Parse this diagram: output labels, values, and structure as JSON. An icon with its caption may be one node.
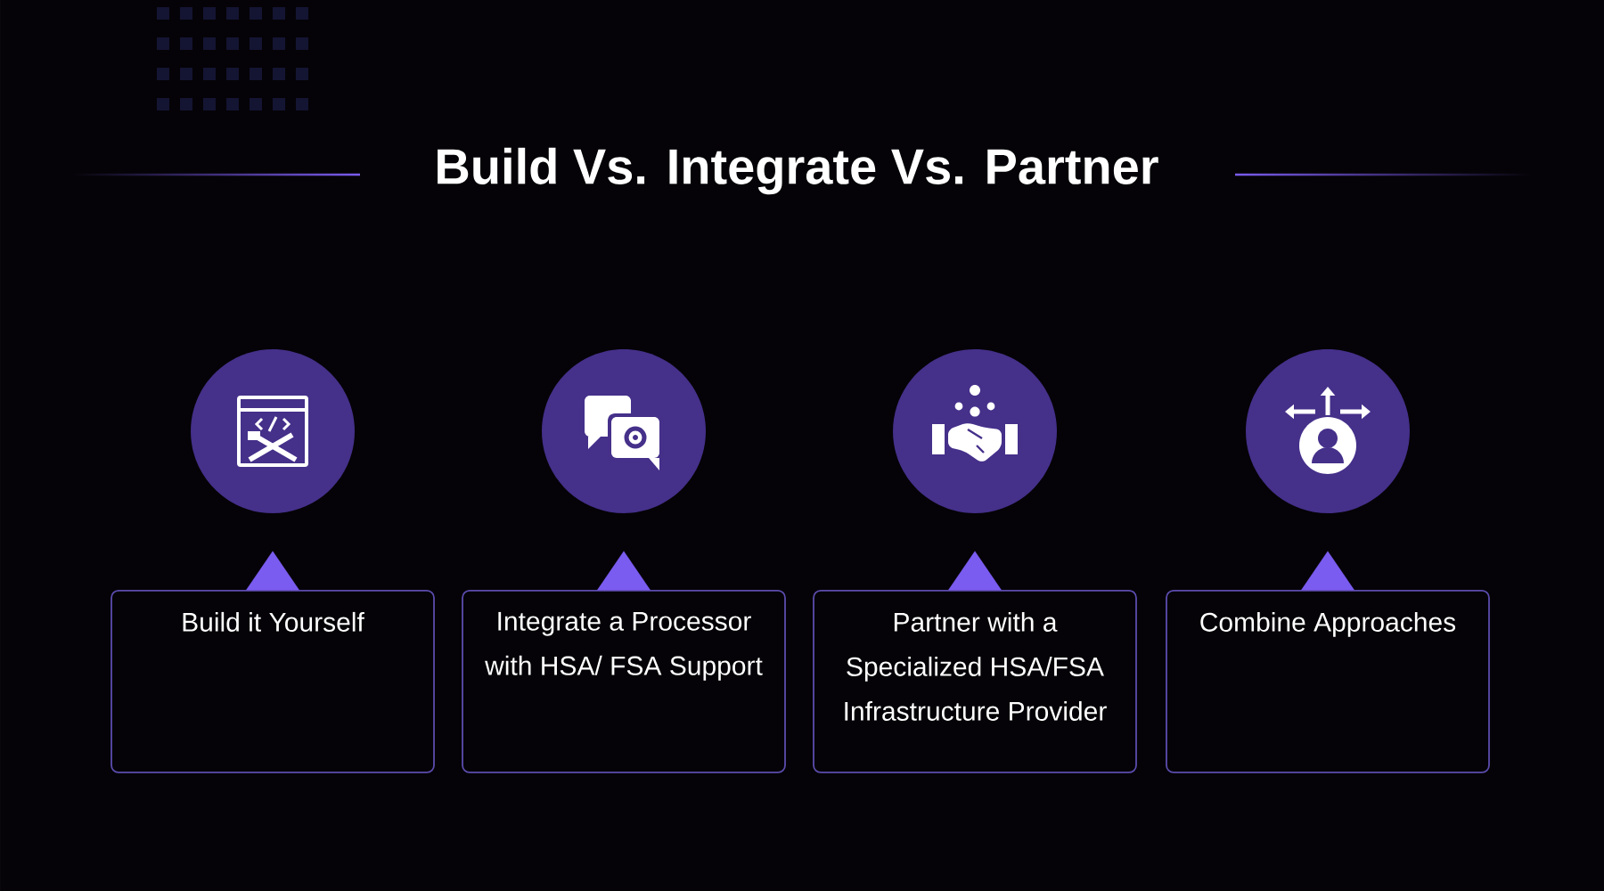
{
  "diagram": {
    "title": "Build Vs. Integrate Vs. Partner",
    "nodes": [
      {
        "text": [],
        "shape": "circle"
      },
      {
        "text": [],
        "shape": "circle"
      },
      {
        "text": [],
        "shape": "circle"
      },
      {
        "text": [],
        "shape": "circle"
      },
      {
        "text": [
          "Build it Yourself"
        ]
      },
      {
        "text": [
          "Integrate a Processor with HSA/ FSA Support"
        ]
      },
      {
        "text": [
          "Partner with a Specialized HSA/FSA Infrastructure Provider"
        ]
      },
      {
        "text": [
          "Combine Approaches"
        ]
      }
    ],
    "edges": [
      {
        "from": 4,
        "to": 0,
        "arrow": "to"
      },
      {
        "from": 5,
        "to": 1,
        "arrow": "to"
      },
      {
        "from": 6,
        "to": 2,
        "arrow": "to"
      },
      {
        "from": 7,
        "to": 3,
        "arrow": "to"
      }
    ]
  }
}
